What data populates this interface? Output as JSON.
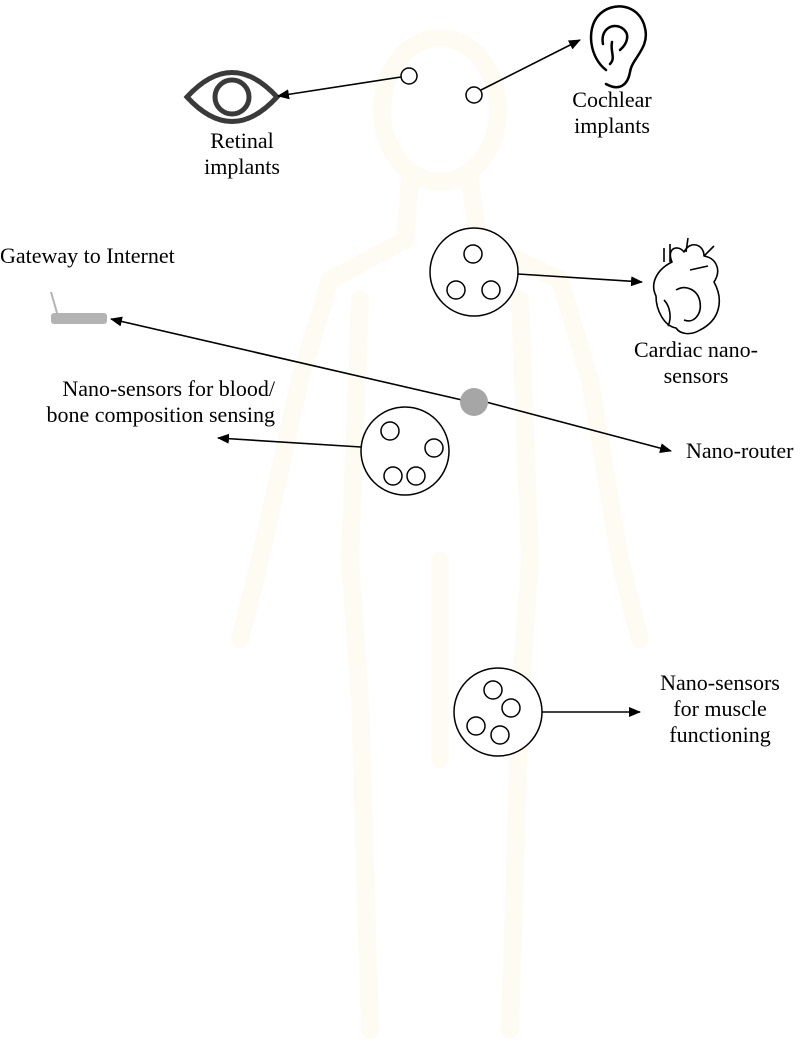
{
  "diagram": {
    "labels": {
      "retinal": [
        "Retinal",
        "implants"
      ],
      "cochlear": [
        "Cochlear",
        "implants"
      ],
      "gateway": [
        "Gateway to Internet"
      ],
      "cardiac": [
        "Cardiac nano-",
        "sensors"
      ],
      "blood": [
        "Nano-sensors for blood/",
        "bone composition sensing"
      ],
      "router": [
        "Nano-router"
      ],
      "muscle": [
        "Nano-sensors",
        "for muscle",
        "functioning"
      ]
    },
    "icons": {
      "eye": "eye-icon",
      "ear": "ear-icon",
      "heart": "heart-icon",
      "router": "wifi-router-icon"
    },
    "colors": {
      "stroke": "#000000",
      "node_fill": "#ffffff",
      "router_node": "#a6a6a6",
      "gateway_device": "#b3b3b3",
      "body_silhouette": "#fdfbf1"
    }
  }
}
